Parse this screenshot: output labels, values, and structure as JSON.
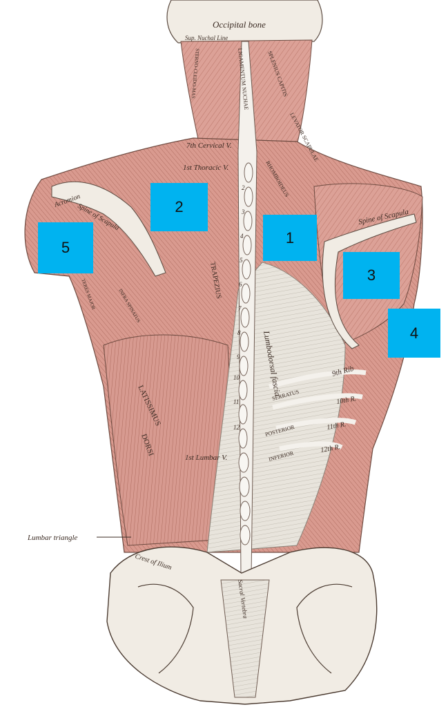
{
  "colors": {
    "muscle": "#dca197",
    "muscle_dark": "#b97568",
    "bone": "#f1ece4",
    "fascia": "#e6e2da",
    "ink": "#3a2a22",
    "marker": "#00b3f0"
  },
  "labels": {
    "occipital_bone": "Occipital bone",
    "nuchal_line": "Sup. Nuchal Line",
    "ligamentum_nuchae": "LIGAMENTUM NUCHAE",
    "splenius": "SPLENIUS CAPITIS",
    "levator": "LEVATOR SCAPULAE",
    "rhomboideus": "RHOMBOIDEUS",
    "sterno": "STERNO-CLEIDO-MAS.",
    "cervical": "7th Cervical V.",
    "thoracic": "1st Thoracic V.",
    "acromion": "Acromion",
    "spine_scapula_left": "Spine of Scapula",
    "spine_scapula_right": "Spine of Scapula",
    "teres_major": "TERES MAJOR",
    "infraspinatus": "INFRA SPINATUS",
    "lumbodorsal": "Lumbodorsal fascia",
    "rib9": "9th Rib",
    "rib10": "10th R.",
    "rib11": "11th R.",
    "rib12": "12th R.",
    "serratus": "SERRATUS",
    "post_inferior": "POSTERIOR",
    "inferior": "INFERIOR",
    "lumbar_v": "1st Lumbar V.",
    "latissimus": "LATISSIMUS",
    "dorsi": "DORSI",
    "trapezius": "TRAPEZIUS",
    "lumbar_triangle": "Lumbar triangle",
    "crest_ilium": "Crest of Ilium",
    "sacral": "Sacral Vertebra",
    "vnum_2": "2",
    "vnum_3": "3",
    "vnum_4": "4",
    "vnum_5": "5",
    "vnum_6": "6",
    "vnum_7": "7",
    "vnum_8": "8",
    "vnum_9": "9",
    "vnum_10": "10",
    "vnum_11": "11",
    "vnum_12": "12"
  },
  "markers": [
    {
      "label": "1"
    },
    {
      "label": "2"
    },
    {
      "label": "3"
    },
    {
      "label": "4"
    },
    {
      "label": "5"
    }
  ]
}
